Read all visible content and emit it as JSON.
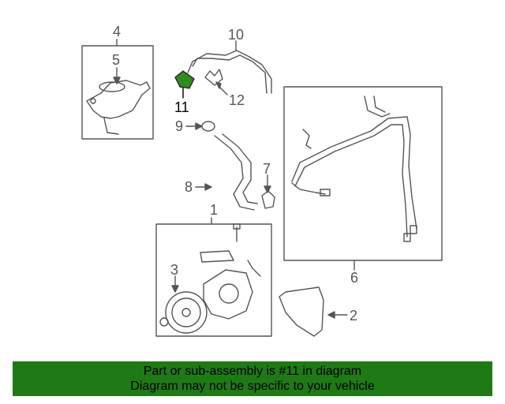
{
  "diagram": {
    "callouts": {
      "c1": "1",
      "c2": "2",
      "c3": "3",
      "c4": "4",
      "c5": "5",
      "c6": "6",
      "c7": "7",
      "c8": "8",
      "c9": "9",
      "c10": "10",
      "c11": "11",
      "c12": "12"
    },
    "highlighted_part": "11",
    "colors": {
      "line": "#555555",
      "highlight": "#2e8b1e",
      "banner": "#1f7a16"
    }
  },
  "banner": {
    "line1": "Part or sub-assembly is #11 in diagram",
    "line2": "Diagram may not be specific to your vehicle"
  }
}
